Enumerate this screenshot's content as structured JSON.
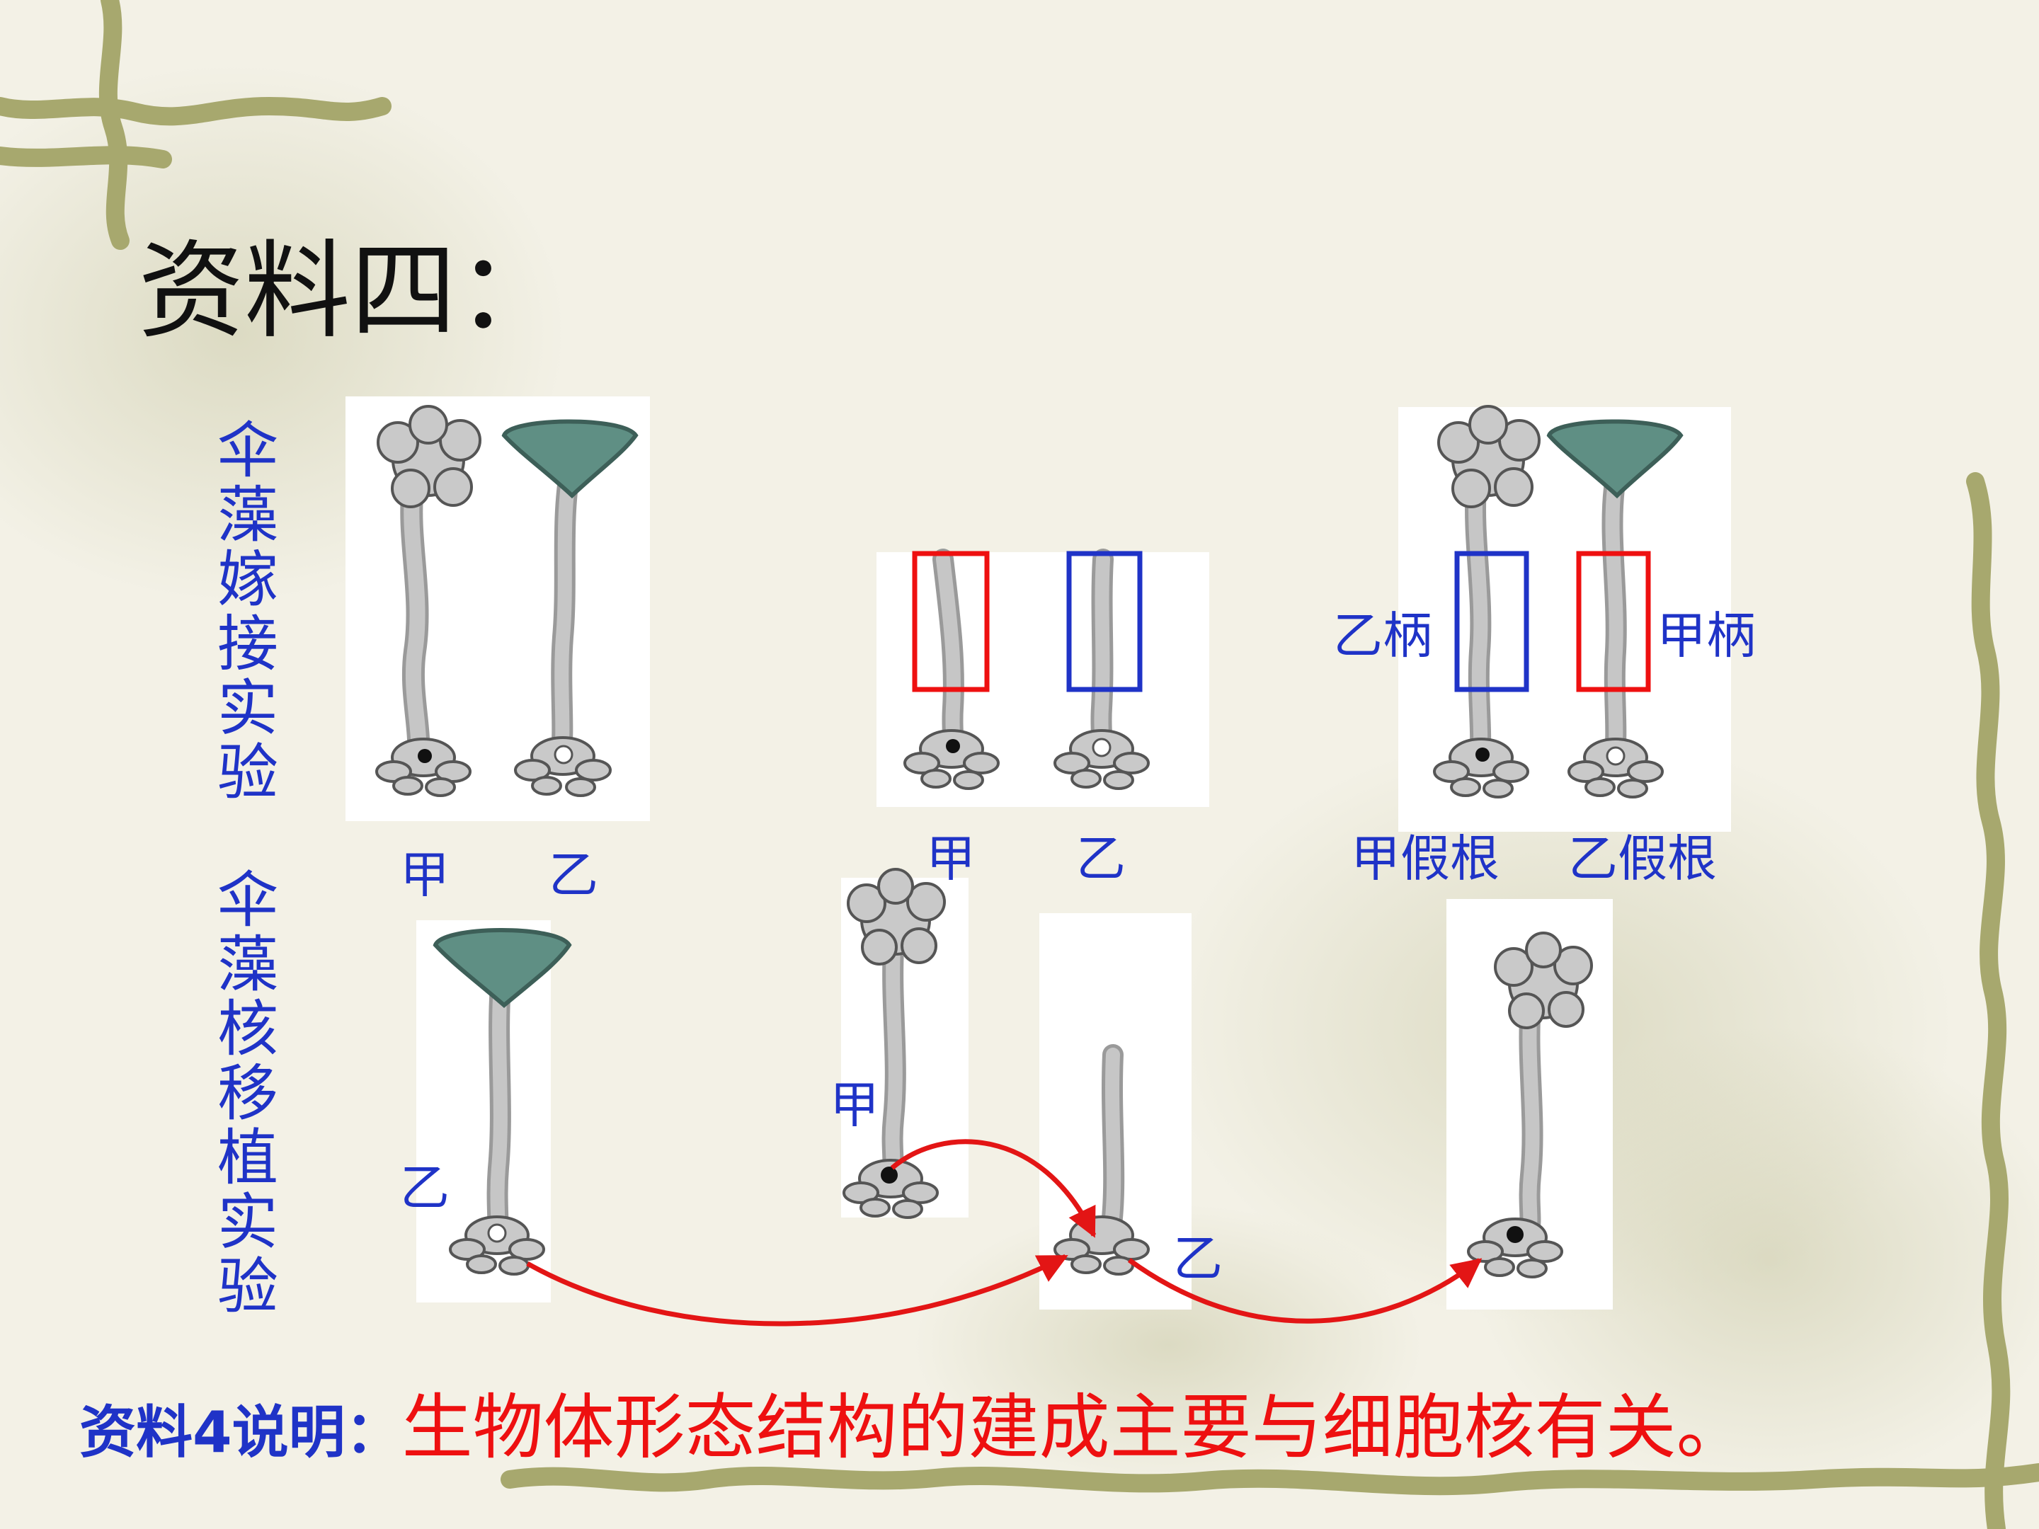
{
  "title": "资料四：",
  "left_labels": {
    "graft": "伞藻嫁接实验",
    "nuclear": "伞藻核移植实验"
  },
  "labels": {
    "jia": "甲",
    "yi": "乙",
    "yi_bing": "乙柄",
    "jia_bing": "甲柄",
    "jia_jiagen": "甲假根",
    "yi_jiagen": "乙假根"
  },
  "caption": {
    "prefix": "资料4说明：",
    "statement": "生物体形态结构的建成主要与细胞核有关。"
  },
  "colors": {
    "text_blue": "#1f33c7",
    "emphasis_red": "#ee1010",
    "cap_green": "#5f8f84",
    "stalk_gray": "#bdbdbd",
    "vine_olive": "#a7a86e"
  }
}
